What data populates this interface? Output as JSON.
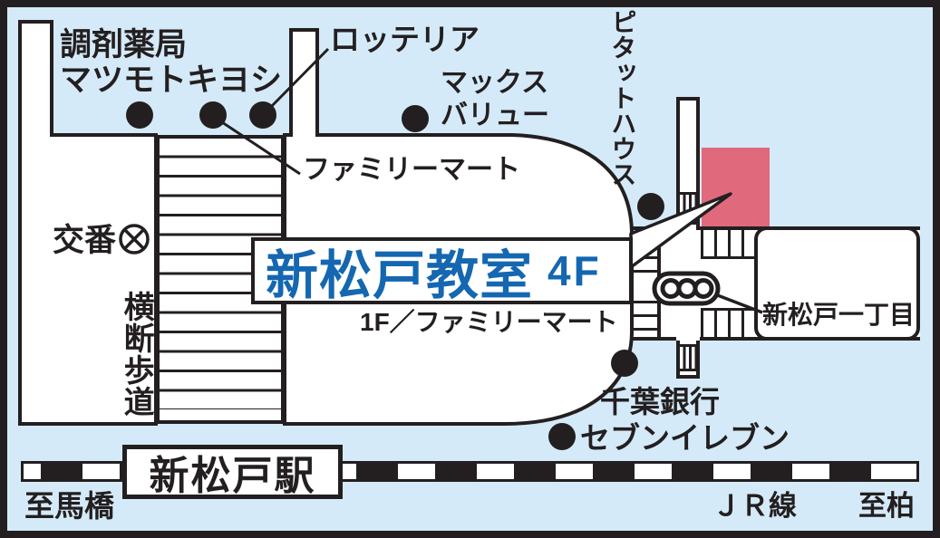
{
  "map": {
    "colors": {
      "background": "#d5eaf8",
      "line": "#231f20",
      "destination": "#e0697c",
      "title_blue": "#1467b0"
    },
    "title_box": {
      "name": "新松戸教室",
      "floor": "4F",
      "ground_floor_note": "1F／ファミリーマート"
    },
    "station": {
      "label": "新松戸駅"
    },
    "rail": {
      "line_label": "ＪＲ線",
      "left_dest": "至馬橋",
      "right_dest": "至柏"
    },
    "pois": {
      "pharmacy_line1": "調剤薬局",
      "pharmacy_line2": "マツモトキヨシ",
      "lotteria": "ロッテリア",
      "maxvalu_line1": "マックス",
      "maxvalu_line2": "バリュー",
      "pitat_house": "ピタットハウス",
      "familymart": "ファミリーマート",
      "koban": "交番",
      "crosswalk": "横断歩道",
      "chiba_bank": "千葉銀行",
      "seven_eleven": "セブンイレブン",
      "intersection": "新松戸一丁目"
    }
  }
}
